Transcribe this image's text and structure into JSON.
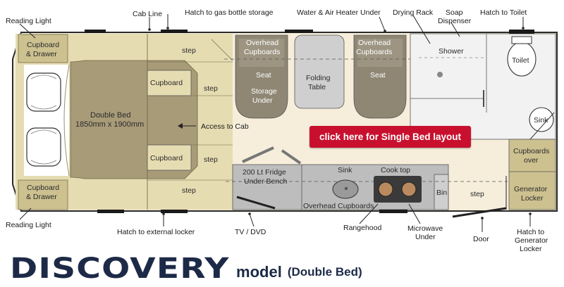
{
  "cta_label": "click here for Single Bed layout",
  "title": {
    "brand": "DISCOVERY",
    "model": "model",
    "variant": "(Double Bed)"
  },
  "callouts": {
    "reading_light_top": "Reading Light",
    "reading_light_bottom": "Reading Light",
    "cab_line": "Cab Line",
    "hatch_gas": "Hatch to gas bottle storage",
    "water_heater": "Water & Air Heater Under",
    "drying_rack": "Drying Rack",
    "soap_dispenser": [
      "Soap",
      "Dispenser"
    ],
    "hatch_toilet": "Hatch to Toilet",
    "access_cab": "Access to Cab",
    "hatch_locker": "Hatch to external locker",
    "tv_dvd": "TV / DVD",
    "rangehood": "Rangehood",
    "microwave": [
      "Microwave",
      "Under"
    ],
    "door": "Door",
    "hatch_generator": [
      "Hatch to",
      "Generator",
      "Locker"
    ]
  },
  "rooms": {
    "cupboard_drawer_top": [
      "Cupboard",
      "& Drawer"
    ],
    "cupboard_drawer_bottom": [
      "Cupboard",
      "& Drawer"
    ],
    "double_bed": [
      "Double Bed",
      "1850mm x 1900mm"
    ],
    "cupboard_upper": "Cupboard",
    "cupboard_lower": "Cupboard",
    "step_1": "step",
    "step_2": "step",
    "step_3": "step",
    "step_4": "step",
    "step_door": "step",
    "overhead_left": [
      "Overhead",
      "Cupboards"
    ],
    "seat_storage": [
      "Seat",
      "Storage",
      "Under"
    ],
    "folding_table": [
      "Folding",
      "Table"
    ],
    "overhead_right": [
      "Overhead",
      "Cupboards"
    ],
    "seat_right": "Seat",
    "shower": "Shower",
    "toilet": "Toilet",
    "sink_bathroom": "Sink",
    "cupboards_over": [
      "Cupboards",
      "over"
    ],
    "generator_locker": [
      "Generator",
      "Locker"
    ],
    "fridge": [
      "200 Lt Fridge",
      "Under Bench"
    ],
    "sink_kitchen": "Sink",
    "cooktop": "Cook top",
    "overhead_kitchen": "Overhead Cupboards",
    "bin": "Bin"
  },
  "colors": {
    "floor": "#f6eedb",
    "cab_zone": "#e6dcb2",
    "cabinet": "#cdc190",
    "bed": "#a89b78",
    "seat": "#8f8774",
    "bench": "#bdbdbd",
    "outline": "#2a2a2a",
    "cta": "#c8102e",
    "brand": "#1d2a47"
  }
}
